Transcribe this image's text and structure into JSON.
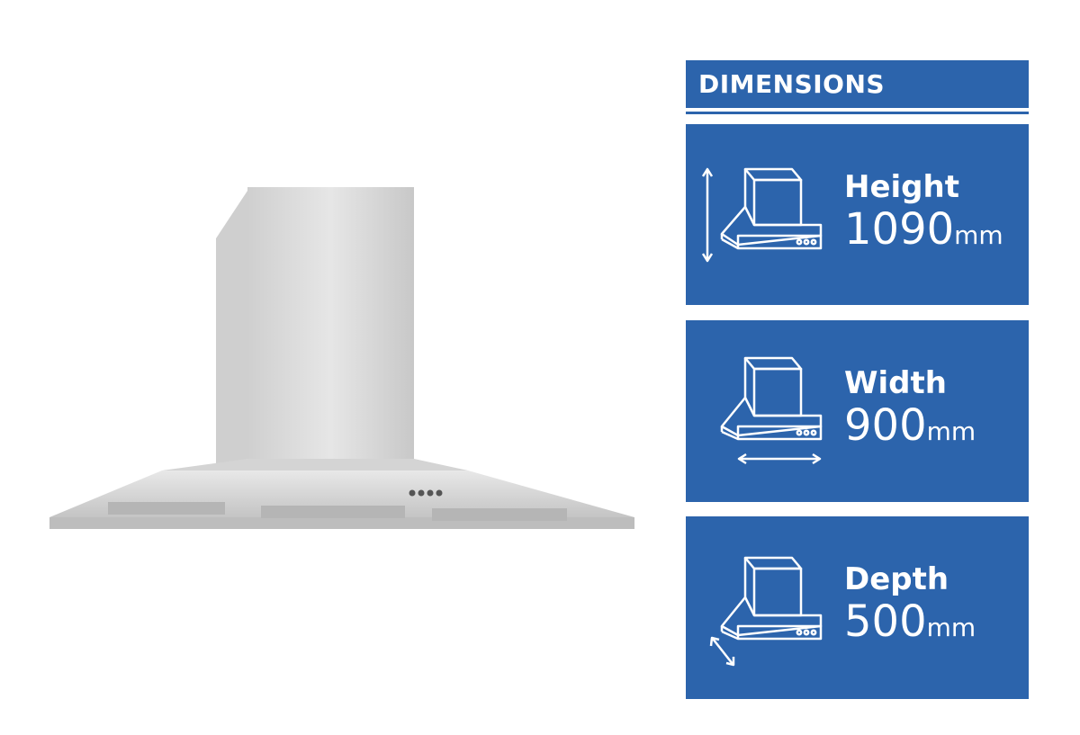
{
  "header": {
    "title": "DIMENSIONS"
  },
  "cards": [
    {
      "label": "Height",
      "value": "1090",
      "unit": "mm",
      "icon": "hood-height-icon"
    },
    {
      "label": "Width",
      "value": "900",
      "unit": "mm",
      "icon": "hood-width-icon"
    },
    {
      "label": "Depth",
      "value": "500",
      "unit": "mm",
      "icon": "hood-depth-icon"
    }
  ],
  "colors": {
    "panel": "#2c64ac",
    "text": "#ffffff",
    "steel": "#d9d9d9"
  }
}
